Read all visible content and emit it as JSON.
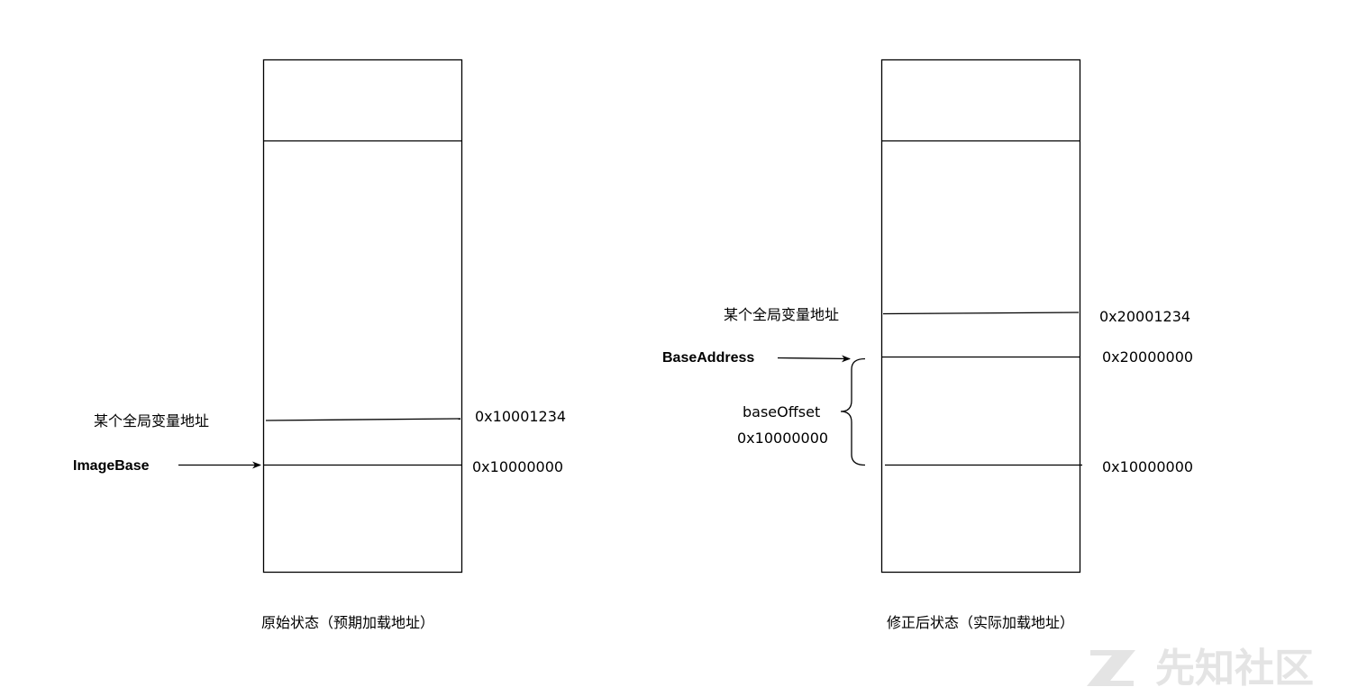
{
  "left": {
    "global_var_label": "某个全局变量地址",
    "base_label": "ImageBase",
    "addr_global": "0x10001234",
    "addr_base": "0x10000000",
    "caption": "原始状态（预期加载地址）"
  },
  "right": {
    "global_var_label": "某个全局变量地址",
    "base_label": "BaseAddress",
    "offset_label": "baseOffset",
    "offset_value": "0x10000000",
    "addr_global": "0x20001234",
    "addr_base": "0x20000000",
    "addr_orig": "0x10000000",
    "caption": "修正后状态（实际加载地址）"
  },
  "watermark": {
    "text": "先知社区"
  },
  "colors": {
    "line": "#000000",
    "background": "#ffffff",
    "watermark": "#e4e4e4"
  }
}
